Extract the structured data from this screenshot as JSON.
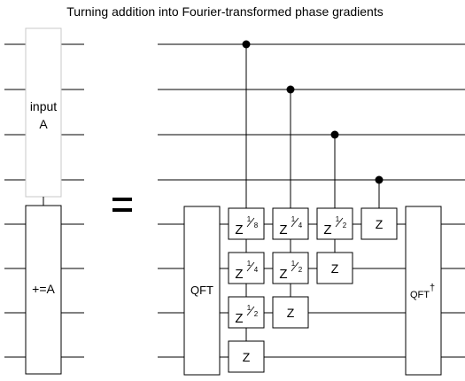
{
  "title": "Turning addition into Fourier-transformed phase gradients",
  "lhs": {
    "input_label_line1": "input",
    "input_label_line2": "A",
    "adder_label": "+=A"
  },
  "equals": "=",
  "qft_label": "QFT",
  "qft_dagger_label": "QFT",
  "dagger": "†",
  "gates": {
    "z": "Z",
    "one": "1",
    "den_8": "8",
    "den_4": "4",
    "den_2": "2"
  },
  "colors": {
    "wire": "#000000",
    "input_box_border": "#c8c8c8",
    "box_fill": "#ffffff"
  }
}
